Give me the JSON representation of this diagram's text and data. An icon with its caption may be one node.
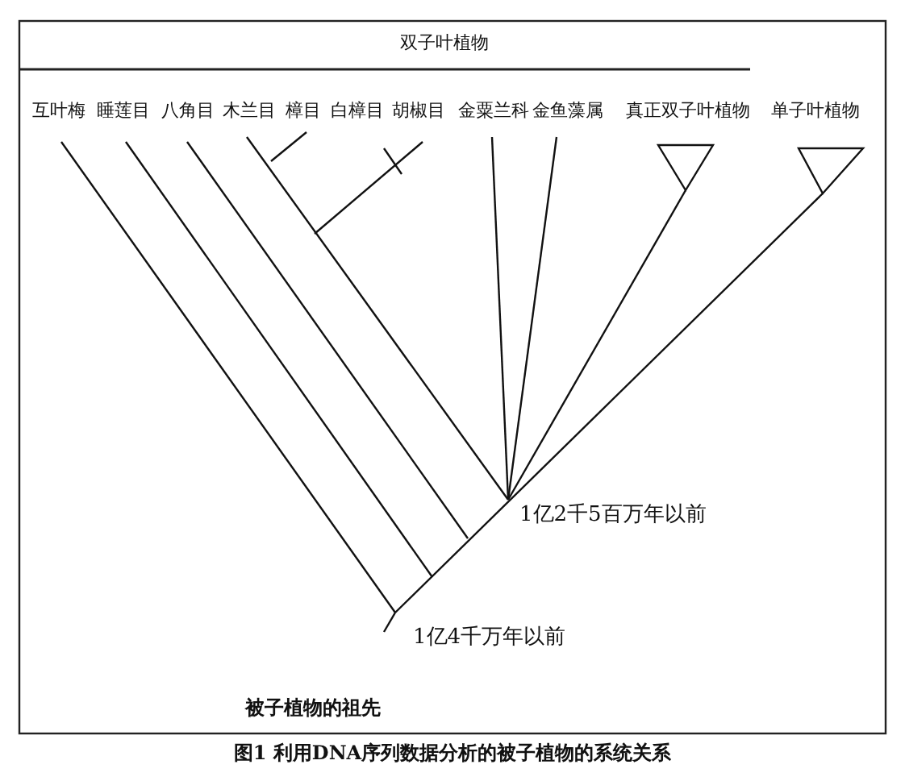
{
  "diagram": {
    "caption": "图1 利用DNA序列数据分析的被子植物的系统关系",
    "labels": [
      "双子叶植物",
      "互叶梅",
      "睡莲目",
      "八角目",
      "木兰目",
      "樟目",
      "白樟目",
      "胡椒目",
      "金粟兰科",
      "金鱼藻属",
      "真正双子叶植物",
      "单子叶植物",
      "1亿2千5百万年以前",
      "1亿4千万年以前",
      "被子植物的祖先"
    ]
  }
}
